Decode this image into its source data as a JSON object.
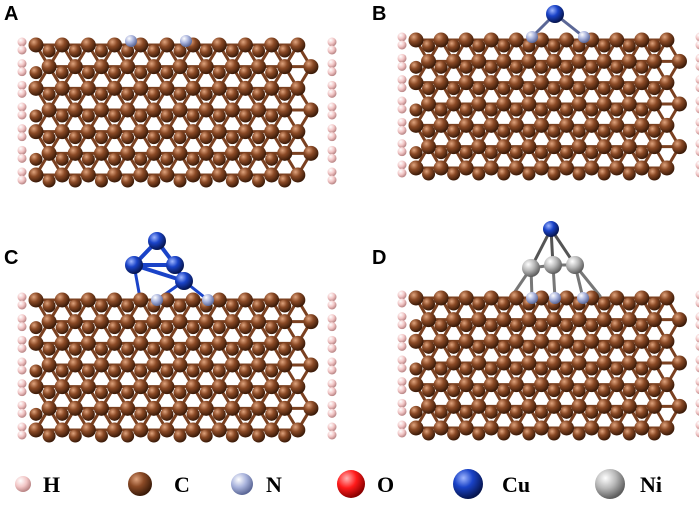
{
  "panels": [
    {
      "label": "A",
      "adsorbate": [
        "N",
        "N"
      ]
    },
    {
      "label": "B",
      "adsorbate": [
        "N",
        "N",
        "Cu"
      ]
    },
    {
      "label": "C",
      "adsorbate": [
        "N",
        "N",
        "Cu4 cluster"
      ]
    },
    {
      "label": "D",
      "adsorbate": [
        "N",
        "N",
        "N",
        "Ni3",
        "Cu"
      ]
    }
  ],
  "legend": [
    {
      "symbol": "H",
      "color": "#f2c6c6"
    },
    {
      "symbol": "C",
      "color": "#8b4a26"
    },
    {
      "symbol": "N",
      "color": "#aab4dd"
    },
    {
      "symbol": "O",
      "color": "#ff1a1a"
    },
    {
      "symbol": "Cu",
      "color": "#1a43c8"
    },
    {
      "symbol": "Ni",
      "color": "#b8b8b8"
    }
  ],
  "colors": {
    "carbon": "#8b4a26",
    "hydrogen": "#f2c6c6",
    "nitrogen": "#aab4dd",
    "copper": "#1a43c8",
    "nickel": "#b8b8b8",
    "bond": "#7a4020"
  }
}
